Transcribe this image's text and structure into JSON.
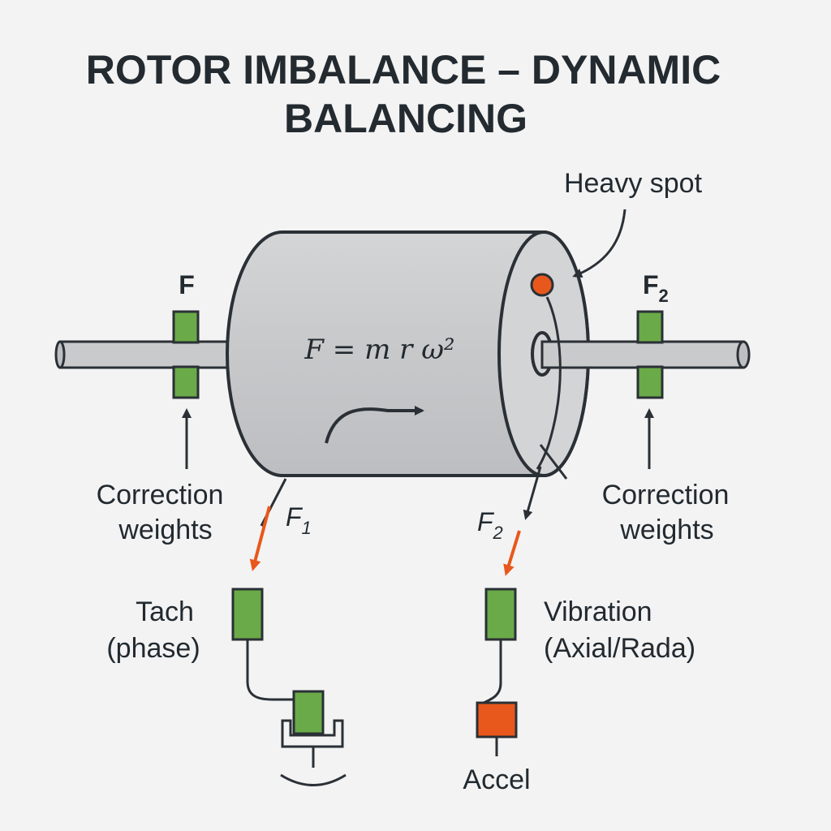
{
  "title": {
    "line1": "ROTOR IMBALANCE – DYNAMIC",
    "line2": "BALANCING"
  },
  "labels": {
    "heavy_spot": "Heavy spot",
    "formula": "F = m r ω²",
    "plane_left_force": "F",
    "plane_right_force": "F",
    "plane_right_sub": "2",
    "correction_left_line1": "Correction",
    "correction_left_line2": "weights",
    "correction_right_line1": "Correction",
    "correction_right_line2": "weights",
    "force1": "F",
    "force1_sub": "1",
    "force2": "F",
    "force2_sub": "2",
    "tach_line1": "Tach",
    "tach_line2": "(phase)",
    "vibration_line1": "Vibration",
    "vibration_line2": "(Axial/Rada)",
    "accel": "Accel"
  },
  "colors": {
    "background": "#f3f3f3",
    "rotor_fill": "#c9cacc",
    "outline": "#2a3036",
    "weight_green": "#6aaa48",
    "accent_orange": "#e8581c",
    "text": "#222a30"
  },
  "icons": {
    "heavy_spot": "heavy-spot-dot",
    "rotation": "curved-rotation-arrow",
    "sensor": "green-sensor-block",
    "accelerometer": "orange-accel-block"
  }
}
